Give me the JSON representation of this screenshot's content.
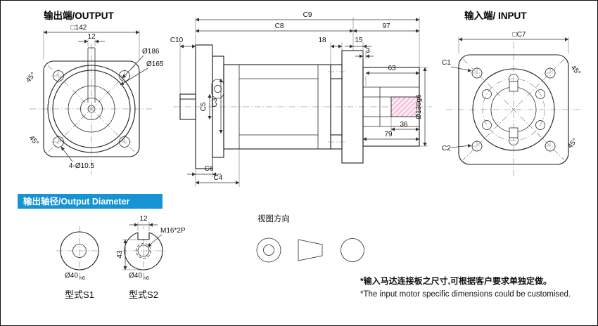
{
  "colors": {
    "accent_blue": "#1593d2",
    "hatch_pink": "#e6629f"
  },
  "output_view": {
    "title": "输出端/OUTPUT",
    "dims": {
      "square": "□142",
      "key_width": "12",
      "d186": "Ø186",
      "d165": "Ø165",
      "angle": "45°",
      "holes": "4-Ø10.5"
    }
  },
  "section_view": {
    "dims": {
      "c9": "C9",
      "c8": "C8",
      "n97": "97",
      "c10": "C10",
      "n18": "18",
      "n15": "15",
      "n3": "3",
      "n63": "63",
      "c5": "C5",
      "c3": "C3",
      "d130": "Ø130g6",
      "n36": "36",
      "n79": "79",
      "c6": "C6",
      "c4": "C4"
    }
  },
  "input_view": {
    "title": "输入端/ INPUT",
    "dims": {
      "square": "□C7",
      "c1": "C1",
      "c2": "C2",
      "angle": "45°"
    }
  },
  "output_diameter": {
    "header": "输出轴径/Output Diameter",
    "s1_label": "型式S1",
    "s2_label": "型式S2",
    "d40": "Ø40",
    "d40_tol": "h6",
    "n12": "12",
    "n43": "43",
    "thread": "M16*2P"
  },
  "view_direction": {
    "label": "视图方向"
  },
  "notes": {
    "zh": "*输入马达连接板之尺寸,可根据客户要求单独定做。",
    "en": "*The input motor specific dimensions could be customised."
  }
}
